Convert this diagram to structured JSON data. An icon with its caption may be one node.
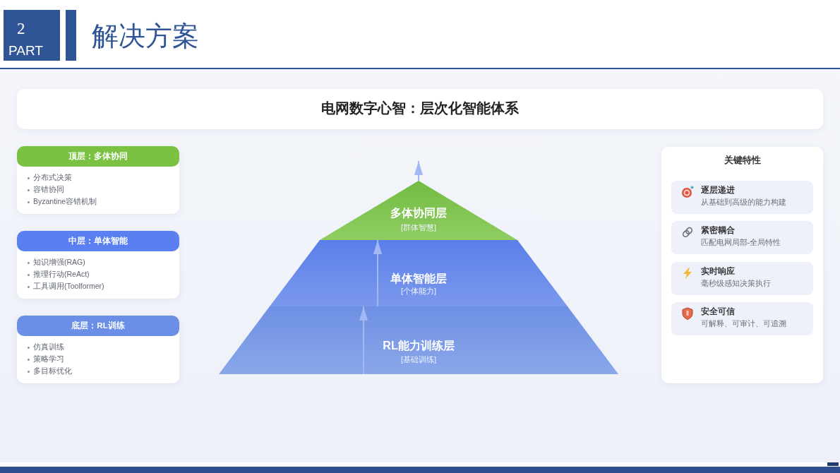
{
  "diagram": {
    "title": "解决方案",
    "nodes": [
      {
        "text": [
          "2",
          "PART"
        ]
      },
      {
        "text": [
          "电网数字心智：层次化智能体系"
        ]
      },
      {
        "text": [
          "顶层：多体协同",
          "分布式决策",
          "容错协同",
          "Byzantine容错机制"
        ]
      },
      {
        "text": [
          "中层：单体智能",
          "知识增强(RAG)",
          "推理行动(ReAct)",
          "工具调用(Toolformer)"
        ]
      },
      {
        "text": [
          "底层：RL训练",
          "仿真训练",
          "策略学习",
          "多目标优化"
        ]
      },
      {
        "text": [
          "多体协同层",
          "[群体智慧]"
        ]
      },
      {
        "text": [
          "单体智能层",
          "[个体能力]"
        ]
      },
      {
        "text": [
          "RL能力训练层",
          "[基础训练]"
        ]
      },
      {
        "text": [
          "关键特性"
        ]
      },
      {
        "text": [
          "逐层递进",
          "从基础到高级的能力构建"
        ],
        "in": 8
      },
      {
        "text": [
          "紧密耦合",
          "匹配电网局部-全局特性"
        ],
        "in": 8
      },
      {
        "text": [
          "实时响应",
          "毫秒级感知决策执行"
        ],
        "in": 8
      },
      {
        "text": [
          "安全可信",
          "可解释、可审计、可追溯"
        ],
        "in": 8
      }
    ],
    "edges": [
      {
        "from": 7,
        "to": 6,
        "arrow": "to"
      },
      {
        "from": 6,
        "to": 5,
        "arrow": "to"
      },
      {
        "from": 5,
        "to": null,
        "arrow": "to"
      }
    ]
  }
}
